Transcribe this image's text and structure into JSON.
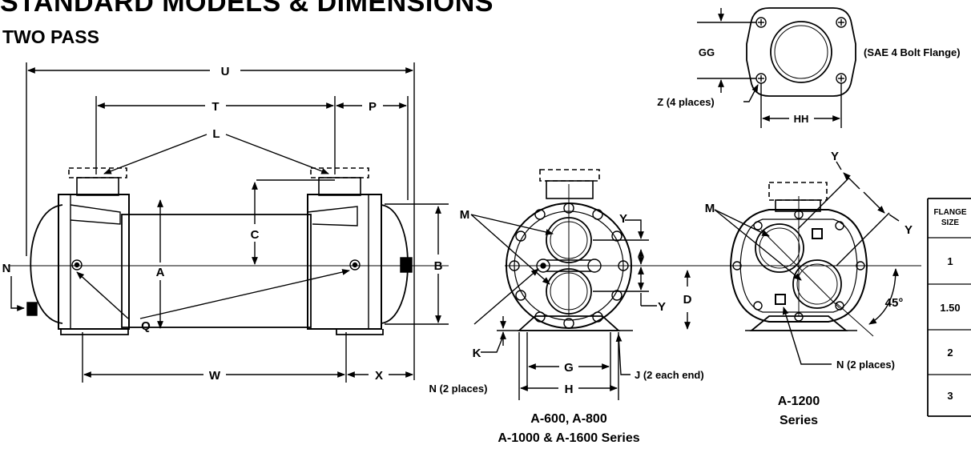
{
  "header": {
    "title": "STANDARD MODELS & DIMENSIONS",
    "subtitle": "TWO PASS"
  },
  "side_view": {
    "labels": {
      "U": "U",
      "T": "T",
      "P": "P",
      "L": "L",
      "C": "C",
      "A": "A",
      "B": "B",
      "N": "N",
      "Q": "Q",
      "W": "W",
      "X": "X"
    }
  },
  "flange_detail": {
    "gg": "GG",
    "hh": "HH",
    "z": "Z (4 places)",
    "note": "(SAE 4 Bolt Flange)"
  },
  "end_view_standard": {
    "m": "M",
    "y_top": "Y",
    "y_bottom": "Y",
    "d": "D",
    "k": "K",
    "g": "G",
    "h": "H",
    "j": "J (2 each end)",
    "n": "N (2 places)",
    "caption_line1": "A-600, A-800",
    "caption_line2": "A-1000 & A-1600 Series"
  },
  "end_view_1200": {
    "m": "M",
    "y_upper": "Y",
    "y_right": "Y",
    "angle": "45°",
    "n": "N (2 places)",
    "caption_line1": "A-1200",
    "caption_line2": "Series"
  },
  "flange_table": {
    "header_line1": "FLANGE",
    "header_line2": "SIZE",
    "rows": [
      "1",
      "1.50",
      "2",
      "3"
    ]
  }
}
